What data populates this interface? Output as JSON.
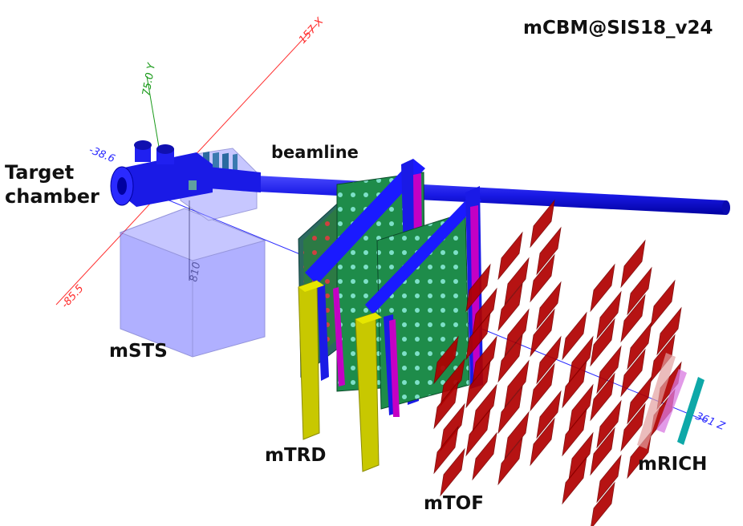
{
  "title": "mCBM@SIS18_v24",
  "labels": {
    "target_chamber_line1": "Target",
    "target_chamber_line2": "chamber",
    "beamline": "beamline",
    "msts": "mSTS",
    "mtrd": "mTRD",
    "mtof": "mTOF",
    "mrich": "mRICH"
  },
  "axes": {
    "x_label": "157 X",
    "y_label": "75.0 Y",
    "z_label": "361 Z",
    "x_neg_label": "-85.5",
    "z_neg_label": "-38.6",
    "y_neg_label": "810"
  },
  "colors": {
    "beamline": "#1a1aff",
    "target_chamber": "#1a1ae6",
    "msts_box": "#7070ff",
    "mtrd_support": "#c8c800",
    "mtrd_module": "#1e8c4a",
    "mtrd_frame": "#c400c4",
    "mtof_panel": "#b00000",
    "mrich_light": "#e2a0a0",
    "mrich_mid": "#d878e0",
    "mrich_teal": "#0ea8a8",
    "x_axis": "#ff2a2a",
    "y_axis": "#1a9a1a",
    "z_axis": "#2a2aff"
  }
}
